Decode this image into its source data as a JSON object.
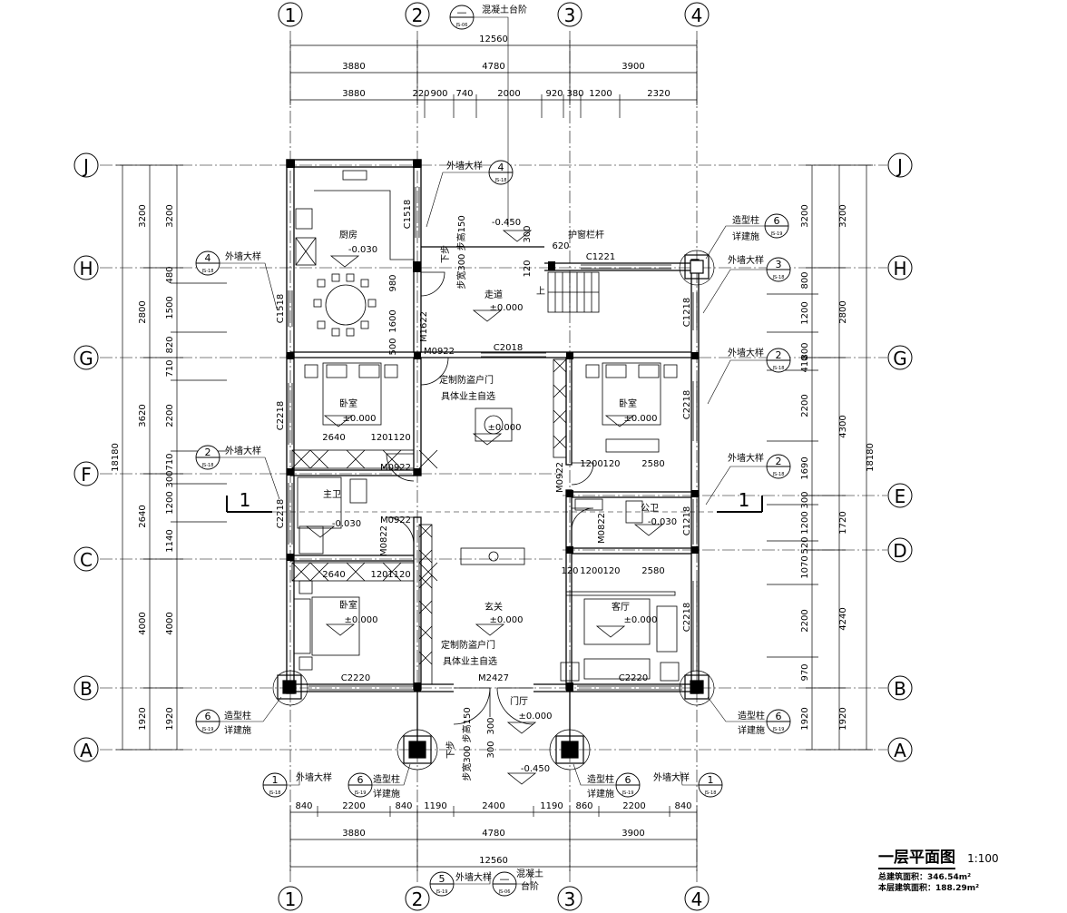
{
  "grids": {
    "vertical": [
      "1",
      "2",
      "3",
      "4"
    ],
    "horizontal": [
      "J",
      "H",
      "G",
      "F",
      "E",
      "C",
      "D",
      "B",
      "A"
    ]
  },
  "top_dims": {
    "overall": "12560",
    "row2": [
      "3880",
      "4780",
      "3900"
    ],
    "row3": [
      "3880",
      "220",
      "900",
      "740",
      "2000",
      "920",
      "380",
      "1200",
      "2320"
    ]
  },
  "bottom_dims": {
    "row1": [
      "840",
      "2200",
      "840",
      "1190",
      "2400",
      "1190",
      "860",
      "2200",
      "840"
    ],
    "row2": [
      "3880",
      "4780",
      "3900"
    ],
    "overall": "12560"
  },
  "left_dims": {
    "overall": "18180",
    "outer": [
      "3200",
      "2800",
      "3620",
      "2640",
      "4000",
      "1920"
    ],
    "inner": [
      "3200",
      "480",
      "1500",
      "820",
      "710",
      "2200",
      "710",
      "300",
      "1200",
      "1140",
      "4000",
      "1920"
    ]
  },
  "right_dims": {
    "overall": "18180",
    "outer": [
      "3200",
      "2800",
      "4300",
      "1720",
      "4240",
      "1920"
    ],
    "inner": [
      "3200",
      "800",
      "1200",
      "800",
      "410",
      "2200",
      "1690",
      "300",
      "1200",
      "520",
      "1070",
      "2200",
      "970",
      "1920"
    ]
  },
  "rooms": {
    "kitchen": "厨房",
    "kitchen_elev": "-0.030",
    "corridor": "走道",
    "corridor_elev": "±0.000",
    "bedroom": "卧室",
    "bedroom_elev": "±0.000",
    "master_bath": "主卫",
    "bath_elev": "-0.030",
    "public_bath": "公卫",
    "foyer": "玄关",
    "foyer_elev": "±0.000",
    "living": "客厅",
    "living_elev": "±0.000",
    "porch": "门厅",
    "porch_elev": "±0.000",
    "step_down": "下步",
    "step_info": "步宽300 步高150",
    "outdoor_elev": "-0.450"
  },
  "openings": {
    "c1518": "C1518",
    "c1221": "C1221",
    "c1218": "C1218",
    "c2018": "C2018",
    "c2218": "C2218",
    "c2220": "C2220",
    "m0922": "M0922",
    "m1622": "M1622",
    "m2427": "M2427",
    "m0822": "M0822"
  },
  "annotations": {
    "ext_wall": "外墙大样",
    "col_note_a": "造型柱",
    "col_note_b": "详建施",
    "security_door_a": "定制防盗户门",
    "security_door_b": "具体业主自选",
    "window_rail": "护窗栏杆",
    "concrete_step": "混凝土台阶",
    "concrete_step_a": "混凝土",
    "concrete_step_b": "台阶",
    "up": "上",
    "ref_js18": "JS-18",
    "ref_js19": "JS-19",
    "ref_js06": "JS-06",
    "ref_num_1": "1",
    "ref_num_2": "2",
    "ref_num_3": "3",
    "ref_num_4": "4",
    "ref_num_5": "5",
    "ref_num_6": "6",
    "ref_dash": "—",
    "dim_620": "620",
    "dim_120": "120",
    "dim_300": "300",
    "dim_980": "980",
    "dim_1600": "1600",
    "dim_500": "500",
    "dim_2640": "2640",
    "dim_1120": "1120",
    "dim_1200": "1200",
    "dim_2580": "2580",
    "section_mark": "1"
  },
  "title": {
    "main": "一层平面图",
    "scale": "1:100",
    "total_area": "总建筑面积：346.54m²",
    "floor_area": "本层建筑面积：188.29m²"
  }
}
